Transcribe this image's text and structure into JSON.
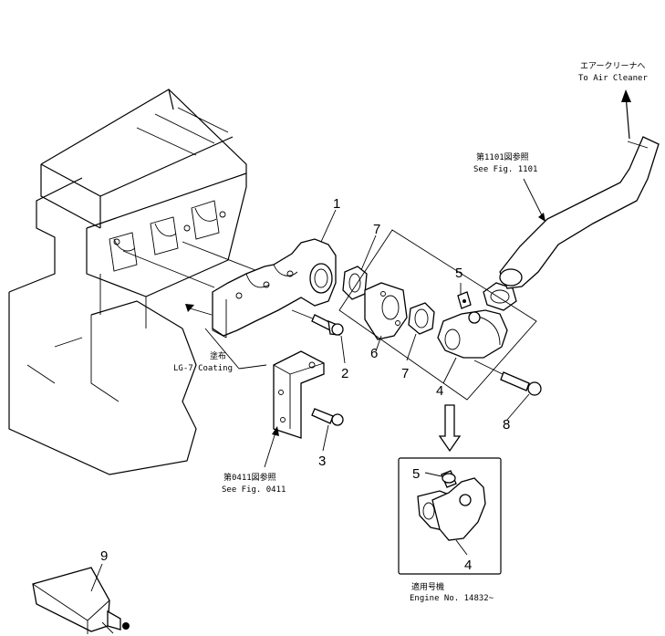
{
  "notes": {
    "air_cleaner_jp": "エアークリーナへ",
    "air_cleaner_en": "To Air Cleaner",
    "fig1101_jp": "第1101図参照",
    "fig1101_en": "See Fig. 1101",
    "coating_jp": "塗布",
    "coating_en": "LG-7 Coating",
    "fig0411_jp": "第0411図参照",
    "fig0411_en": "See Fig. 0411",
    "engine_jp": "適用号機",
    "engine_en": "Engine No. 14832~"
  },
  "callouts": [
    "1",
    "2",
    "3",
    "4",
    "5",
    "6",
    "7",
    "8",
    "9"
  ],
  "inset_callouts": [
    "5",
    "4"
  ]
}
